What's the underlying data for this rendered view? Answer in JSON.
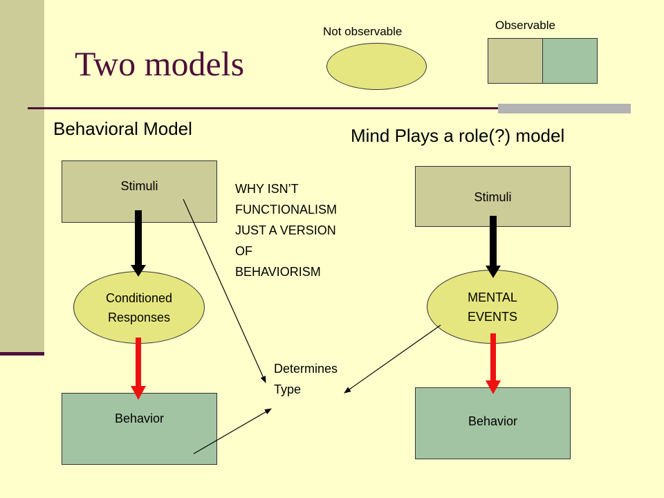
{
  "title": "Two models",
  "legend": {
    "not_observable": "Not observable",
    "observable": "Observable"
  },
  "behavioral_model": {
    "heading": "Behavioral Model",
    "stimuli": "Stimuli",
    "response_line1": "Conditioned",
    "response_line2": "Responses",
    "behavior": "Behavior"
  },
  "mind_model": {
    "heading": "Mind Plays a role(?) model",
    "stimuli": "Stimuli",
    "mental_line1": "MENTAL",
    "mental_line2": "EVENTS",
    "behavior": "Behavior"
  },
  "question": {
    "line1": "WHY ISN’T",
    "line2": "FUNCTIONALISM",
    "line3": "JUST A VERSION",
    "line4": "OF",
    "line5": "BEHAVIORISM"
  },
  "determines": {
    "line1": "Determines",
    "line2": "Type"
  },
  "colors": {
    "background": "#ffffcc",
    "title": "#4d0f3a",
    "observable_left": "#cccc99",
    "observable_right": "#a3c4a3",
    "not_observable": "#e6e680",
    "arrow_black": "#000000",
    "arrow_red": "#ee1111"
  }
}
